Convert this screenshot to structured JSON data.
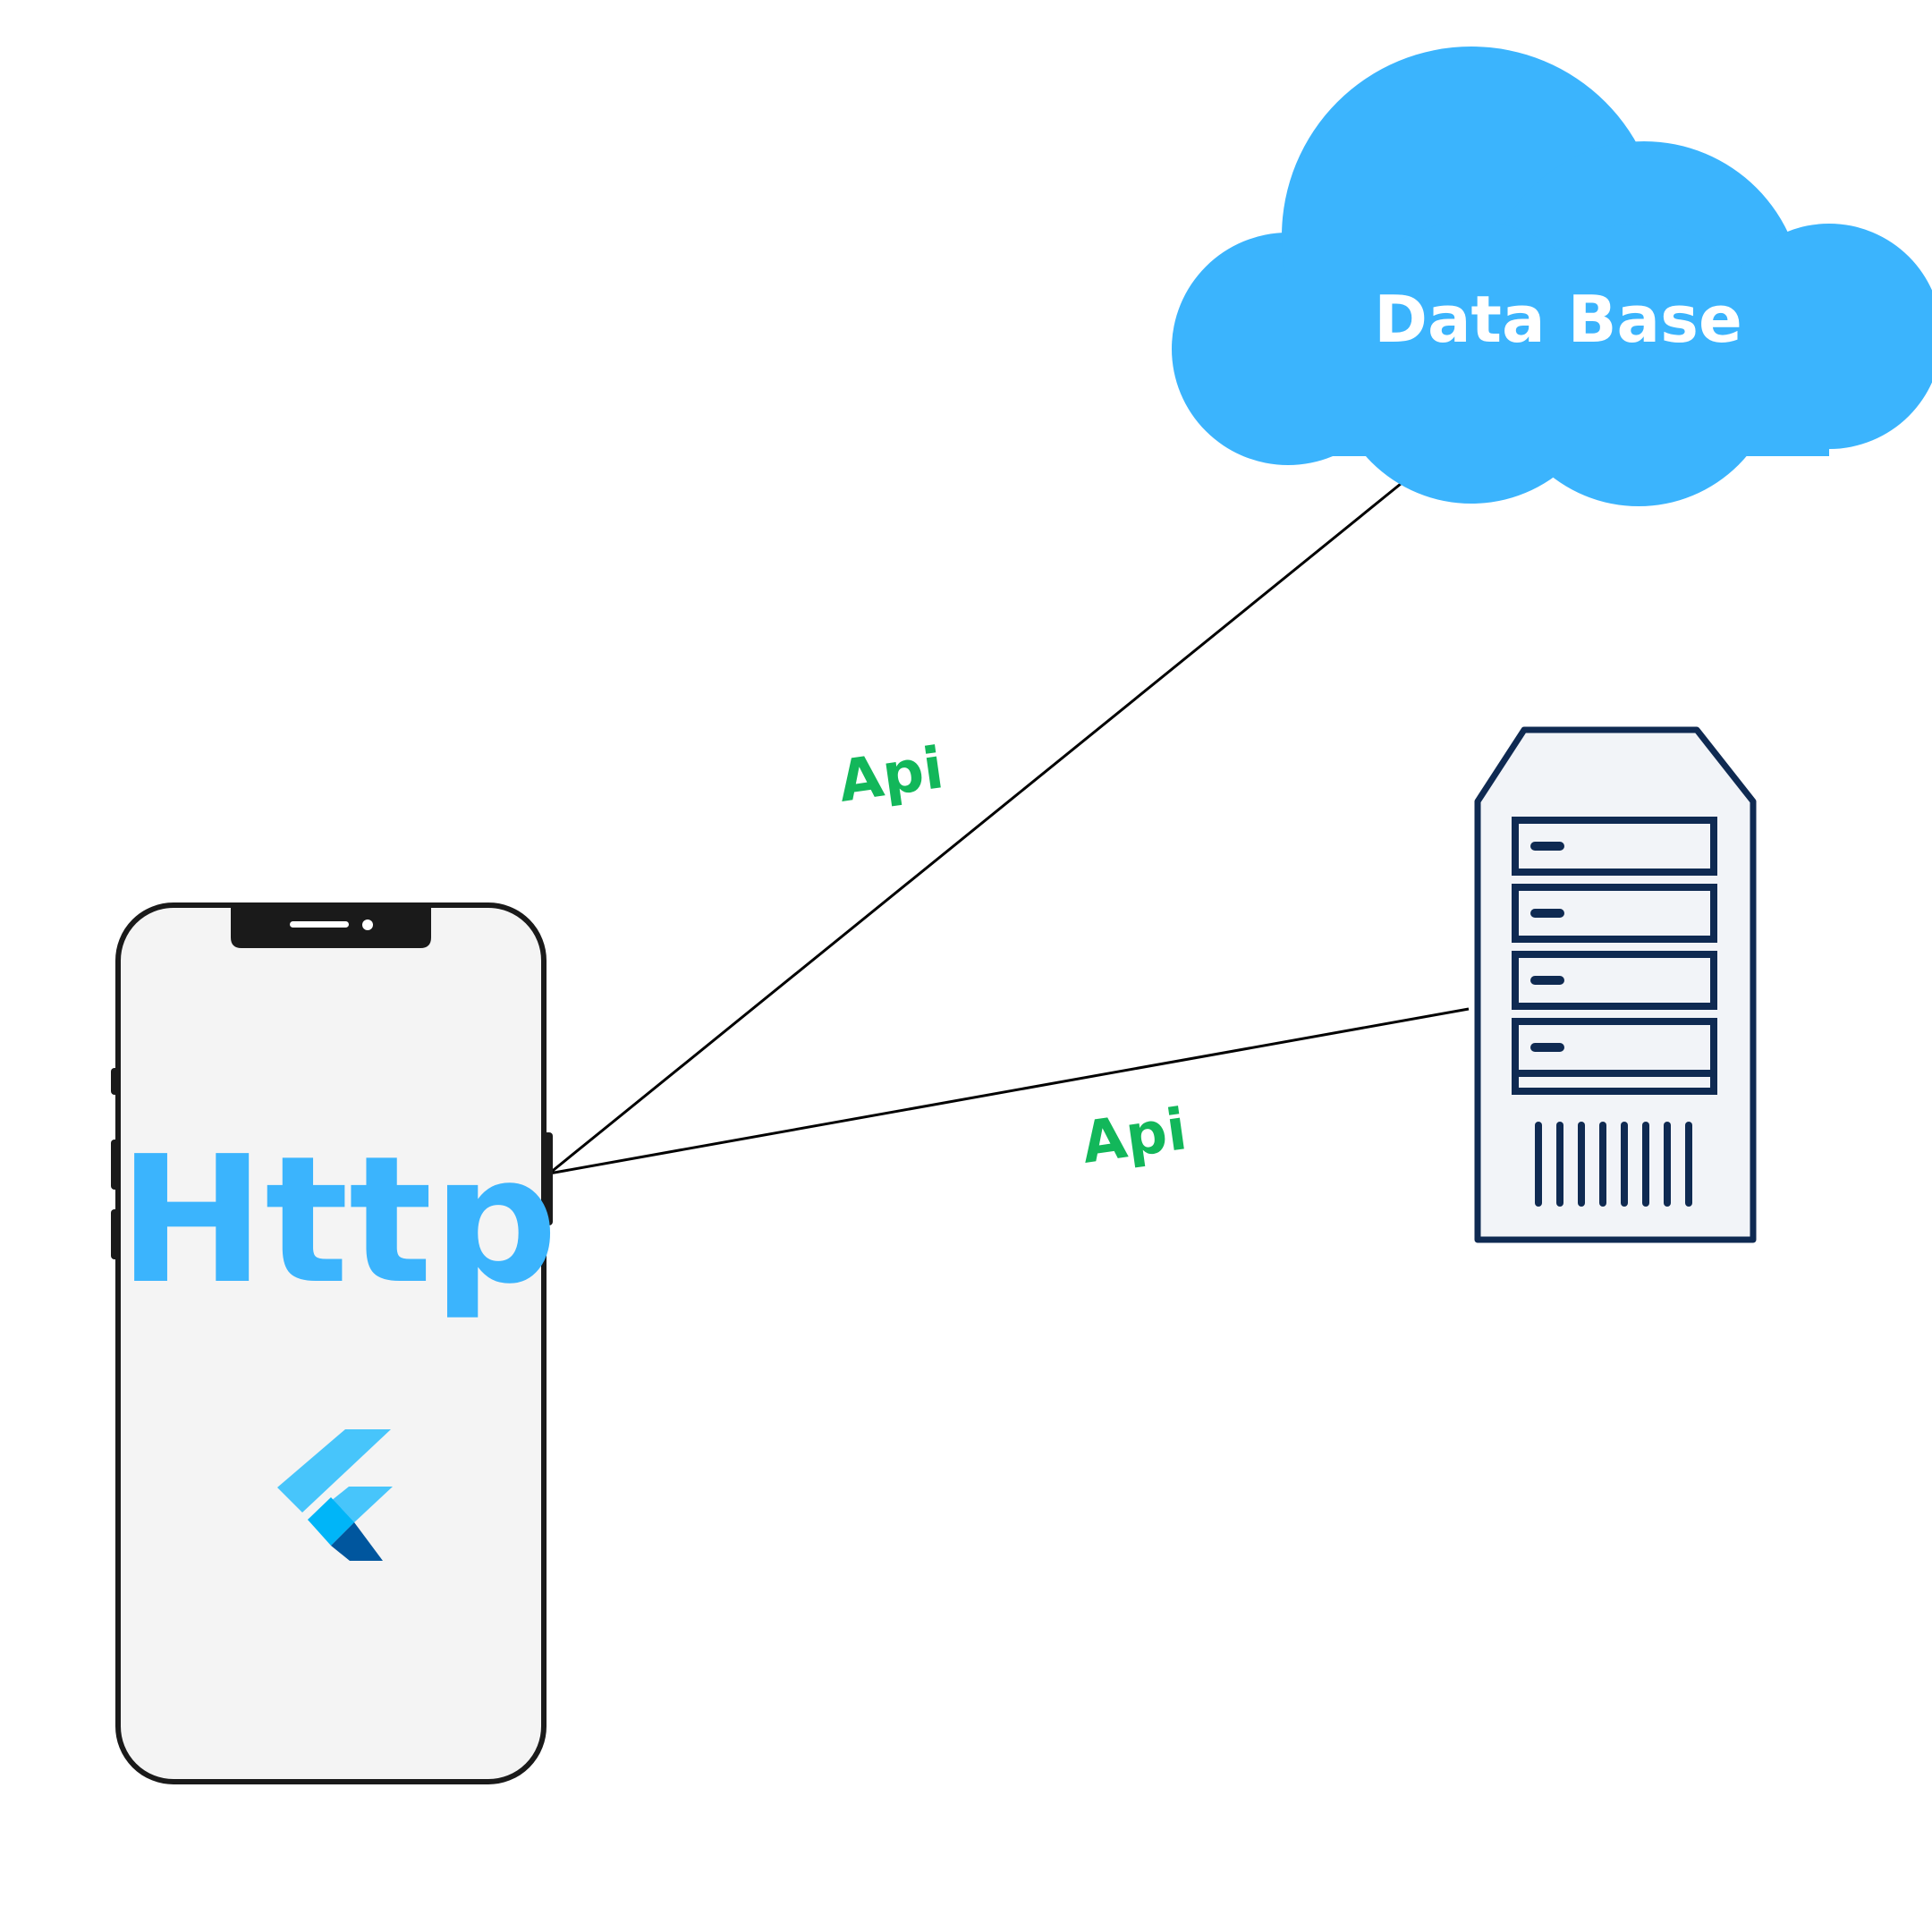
{
  "cloud": {
    "label": "Data Base",
    "icon": "cloud-icon",
    "color": "#3BB4FD",
    "label_color": "#ffffff"
  },
  "connections": [
    {
      "label": "Api",
      "from": "phone",
      "to": "cloud"
    },
    {
      "label": "Api",
      "from": "phone",
      "to": "server"
    }
  ],
  "api_label_color": "#12B75A",
  "phone": {
    "label": "Http",
    "label_color": "#3BB4FD",
    "icon": "smartphone-icon",
    "logo": "flutter-logo-icon",
    "screen_color": "#F4F4F4",
    "frame_color": "#1A1A1A"
  },
  "server": {
    "icon": "server-tower-icon",
    "color": "#0F2A52",
    "body_color": "#F2F4F8"
  }
}
